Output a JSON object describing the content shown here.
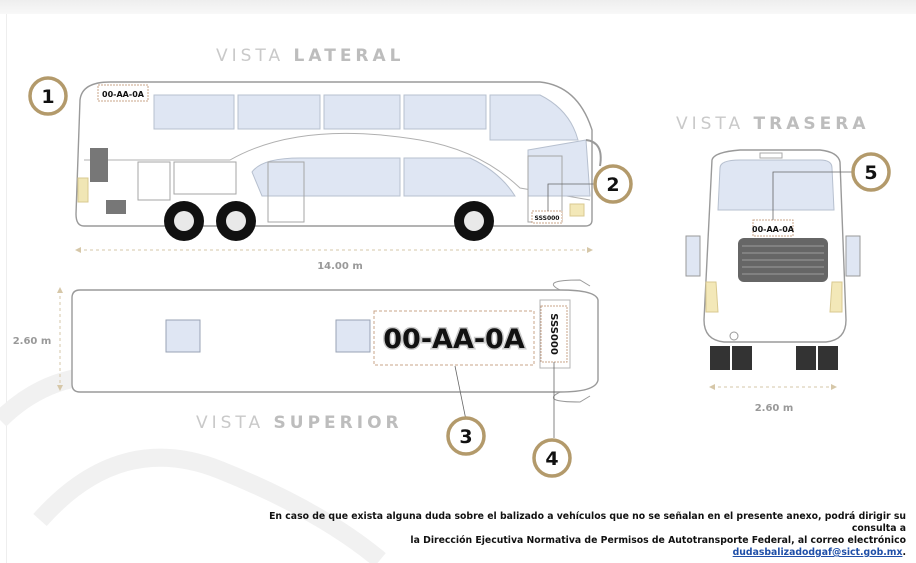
{
  "headings": {
    "lateral": {
      "light": "VISTA",
      "bold": "LATERAL"
    },
    "trasera": {
      "light": "VISTA",
      "bold": "TRASERA"
    },
    "superior": {
      "light": "VISTA",
      "bold": "SUPERIOR"
    }
  },
  "markers": [
    "1",
    "2",
    "3",
    "4",
    "5"
  ],
  "plates": {
    "side_top": "00-AA-0A",
    "side_front": "SSS000",
    "roof": "00-AA-0A",
    "roof_front": "SSS000",
    "rear": "00-AA-0A"
  },
  "dimensions": {
    "length": "14.00 m",
    "width_top": "2.60 m",
    "width_rear": "2.60 m"
  },
  "footer": {
    "line1": "En caso de que exista alguna duda sobre el balizado a vehículos que no se señalan en el presente anexo, podrá dirigir su consulta a",
    "line2": "la Dirección Ejecutiva Normativa de Permisos de Autotransporte Federal, al correo electrónico",
    "email": "dudasbalizadodgaf@sict.gob.mx",
    "end": "."
  },
  "colors": {
    "marker_ring": "#b39a6b",
    "glass": "#dfe6f3",
    "outline": "#9a9a9a",
    "link": "#1f4fa8"
  }
}
